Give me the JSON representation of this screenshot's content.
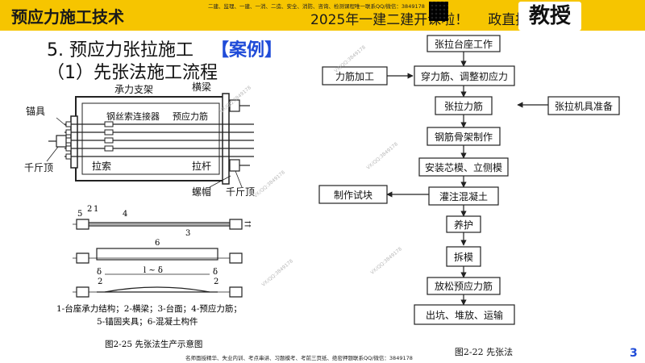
{
  "header": {
    "title": "预应力施工技术",
    "tiny_text": "二建、监理、一建、一消、二造、安全、消防、咨询、检测课程唯一联系QQ/微信：3849178",
    "banner": "2025年一建二建开课啦！",
    "banner_suffix": "政直播中",
    "badge": "教授"
  },
  "heading": {
    "section": "5. 预应力张拉施工",
    "case_tag": "【案例】",
    "subtitle": "（1）先张法施工流程"
  },
  "diagram_top": {
    "labels": {
      "support": "承力支架",
      "beam": "横梁",
      "anchor": "锚具",
      "connector": "钢丝索连接器",
      "tendon": "预应力筋",
      "jack_left": "千斤顶",
      "pull_cable": "拉索",
      "pull_rod": "拉杆",
      "nut": "螺帽",
      "jack_right": "千斤顶"
    }
  },
  "diagram_bottom": {
    "num_5": "5",
    "num_2": "2",
    "num_1": "1",
    "num_4": "4",
    "num_3": "3",
    "num_6": "6",
    "delta_left_top": "δ",
    "delta_left_bot": "2",
    "delta_right_top": "δ",
    "delta_right_bot": "2",
    "span": "l ~ δ",
    "legend_line1": "1-台座承力结构；2-横梁；3-台面；4-预应力筋；",
    "legend_line2": "5-锚固夹具；6-混凝土构件",
    "caption": "图2-25  先张法生产示意图"
  },
  "flowchart": {
    "steps": [
      "张拉台座工作",
      "穿力筋、调整初应力",
      "张拉力筋",
      "钢筋骨架制作",
      "安装芯模、立侧模",
      "灌注混凝土",
      "养护",
      "拆模",
      "放松预应力筋",
      "出坑、堆放、运输"
    ],
    "side_left_1": "力筋加工",
    "side_right": "张拉机具准备",
    "side_left_2": "制作试块",
    "caption": "图2-22  先张法"
  },
  "watermarks": [
    "VX/QQ:3849178",
    "VX/QQ:3849178",
    "VX/QQ:3849178",
    "VX/QQ:3849178",
    "VX/QQ:3849178",
    "VX/QQ:3849178"
  ],
  "footer": "名师面授精华、失业内训、考点串讲、习题模考、考前三页纸、绝密押题联系QQ/微信：3849178",
  "page_number": "3",
  "colors": {
    "header": "#f6c500",
    "accent": "#1f4bd8"
  }
}
